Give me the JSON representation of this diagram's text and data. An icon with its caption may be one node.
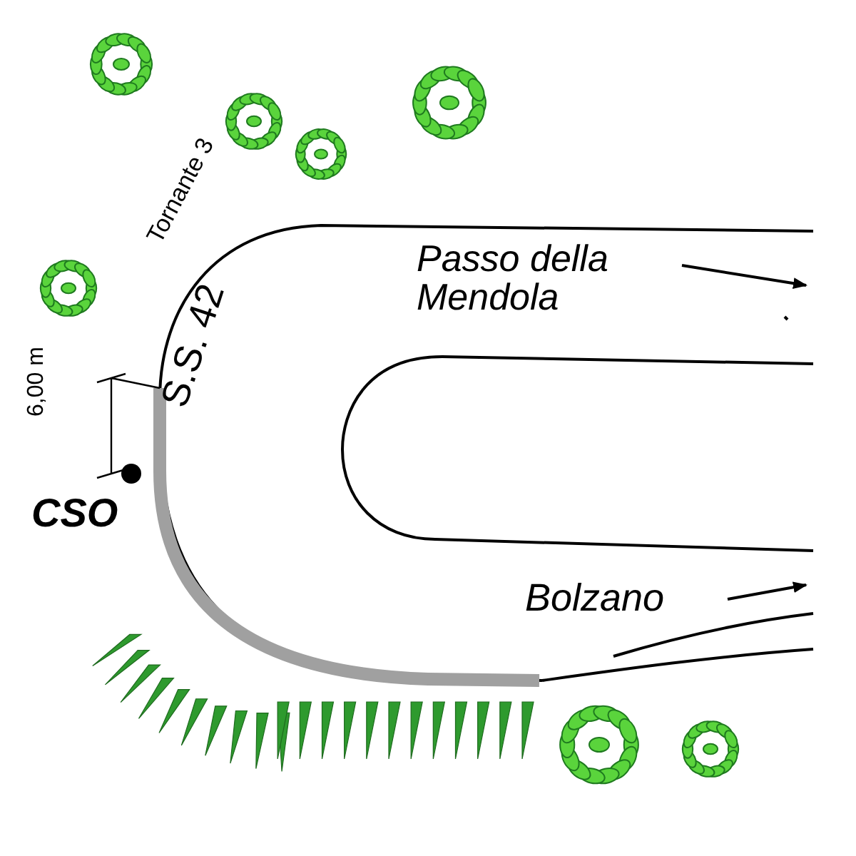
{
  "diagram": {
    "labels": [
      "Tornante 3",
      "Passo della Mendola",
      "S.S. 42",
      "6,00 m",
      "CSO",
      "Bolzano"
    ]
  }
}
